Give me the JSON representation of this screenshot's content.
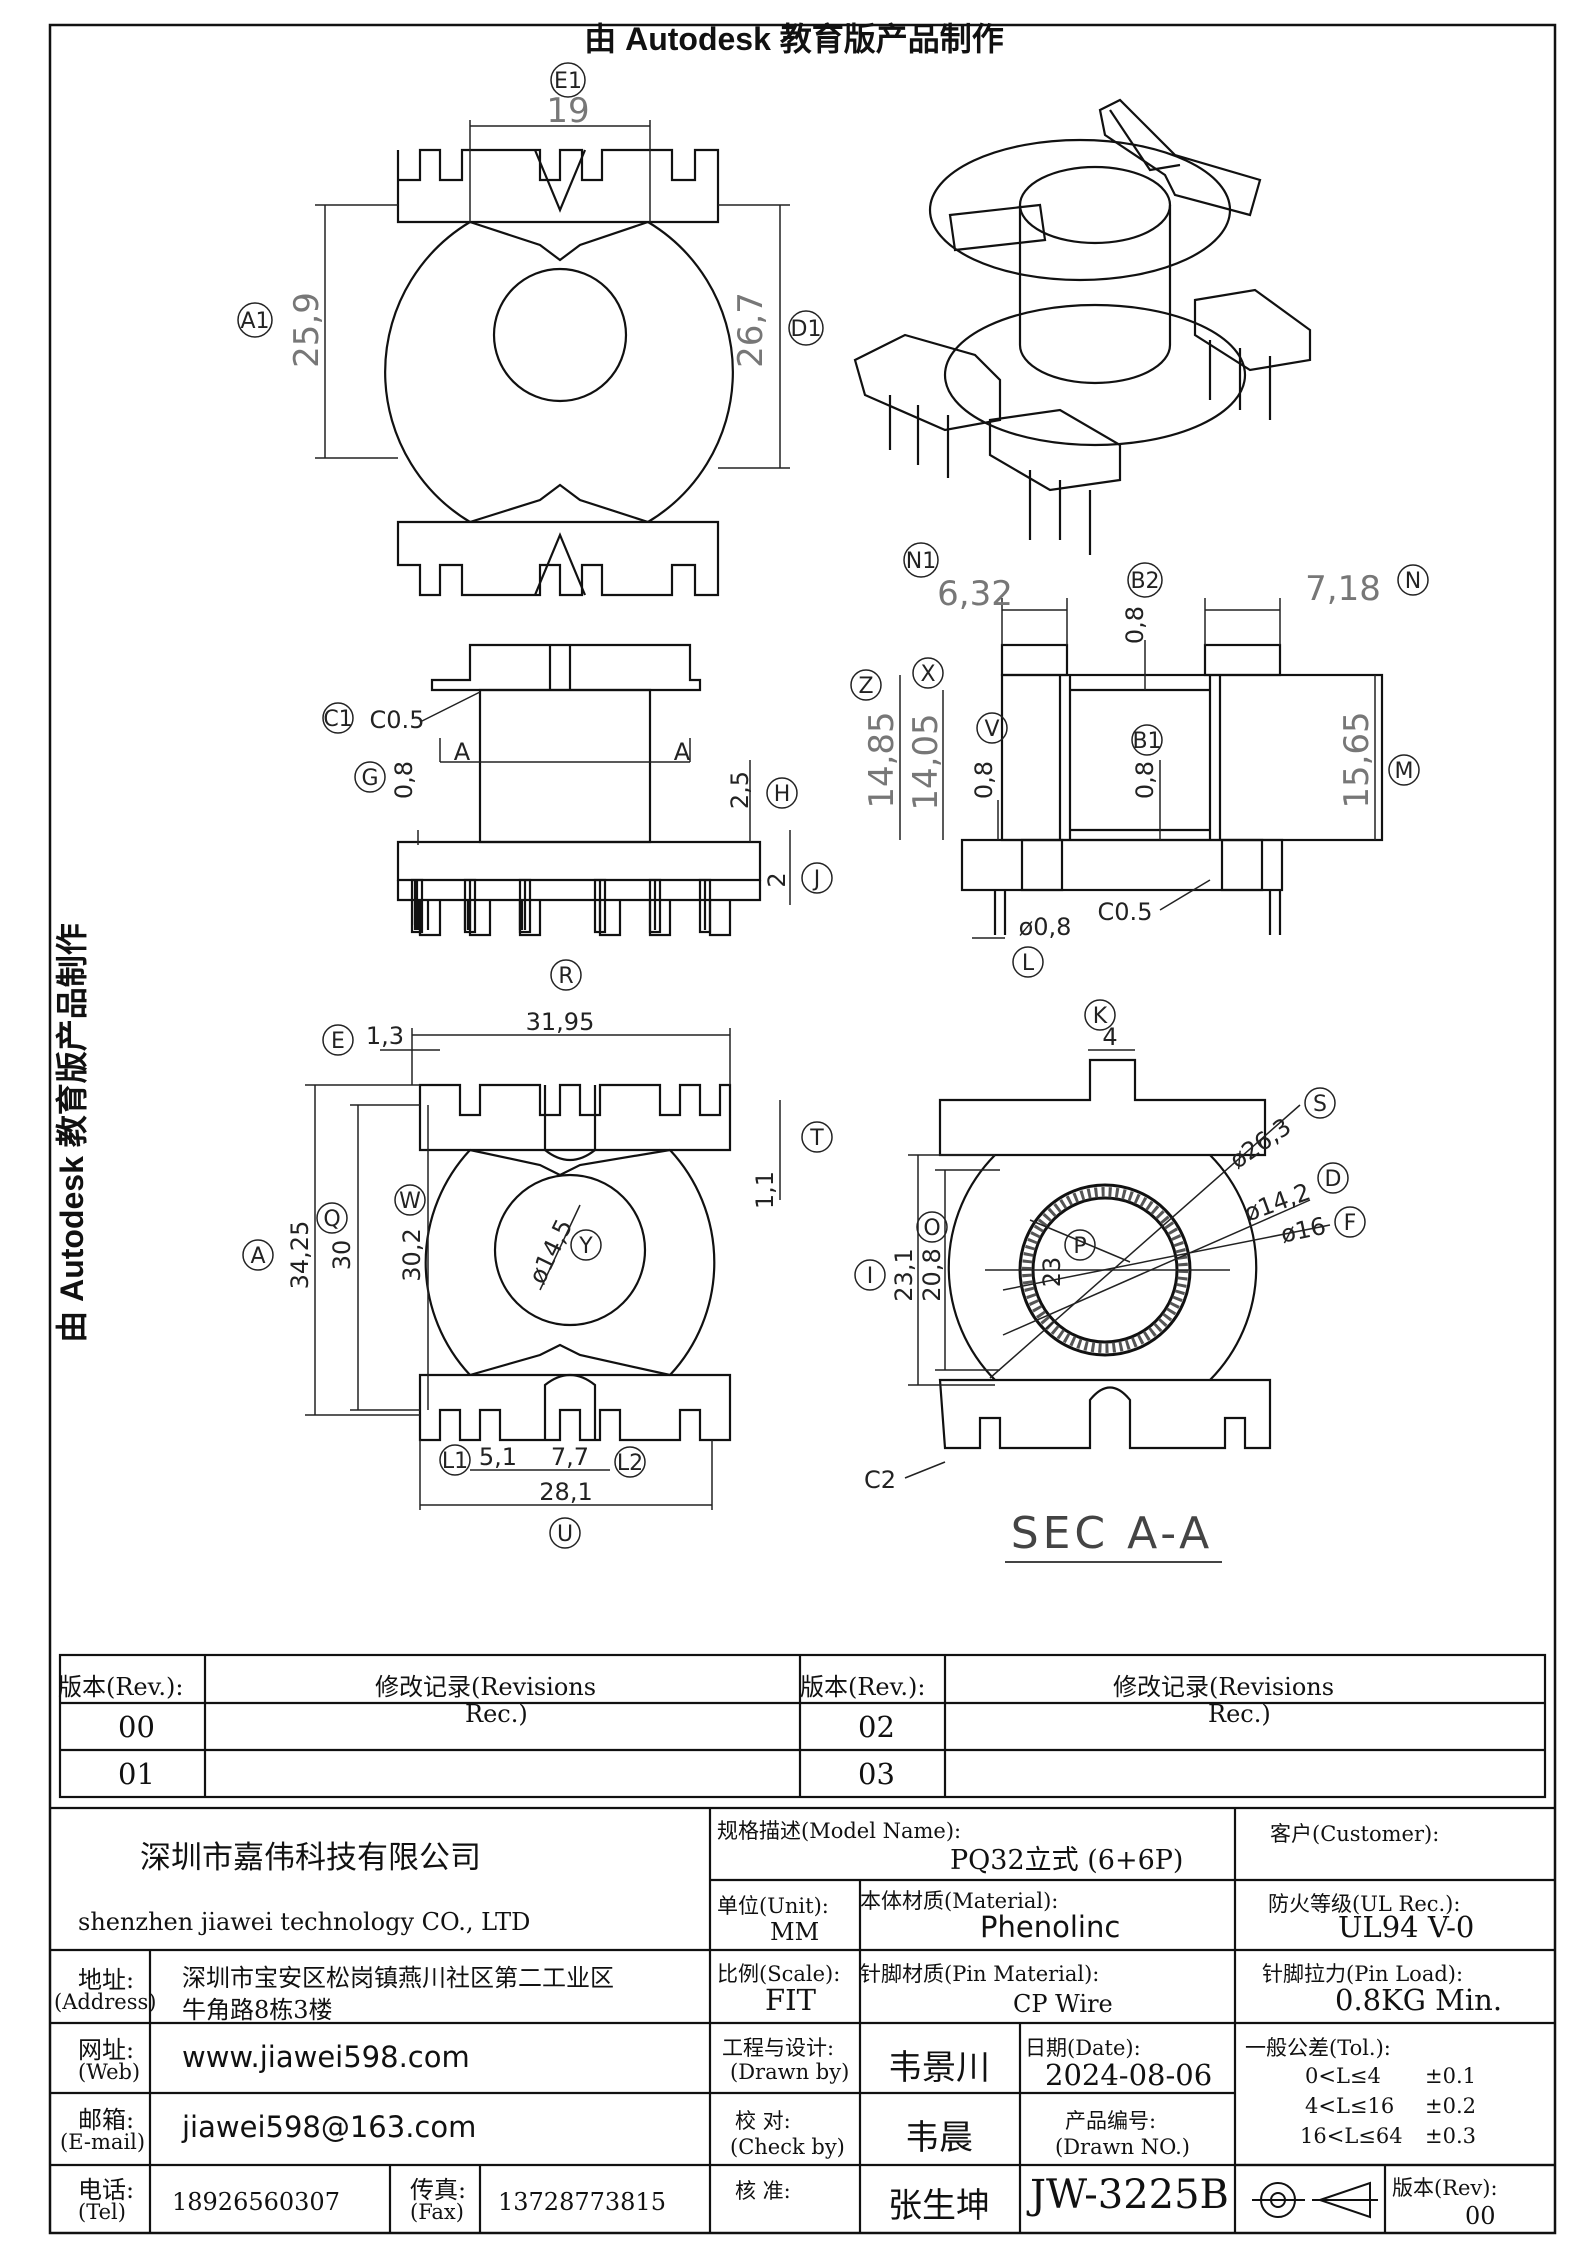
{
  "watermark": "由 Autodesk 教育版产品制作",
  "views": {
    "top": {
      "E1": "19",
      "A1": "25,9",
      "D1": "26,7",
      "bubbles": [
        "E1",
        "A1",
        "D1"
      ]
    },
    "front": {
      "C1": "C0.5",
      "G": "0,8",
      "H": "2,5",
      "J": "2",
      "section": "A",
      "bubbles": [
        "C1",
        "G",
        "H",
        "J"
      ]
    },
    "side": {
      "N1": "6,32",
      "B2": "0,8",
      "N": "7,18",
      "Z": "14,85",
      "X": "14,05",
      "V": "0,8",
      "B1": "0,8",
      "M": "15,65",
      "L": "ø0,8",
      "C05": "C0.5",
      "bubbles": [
        "N1",
        "B2",
        "N",
        "Z",
        "X",
        "V",
        "B1",
        "M",
        "L"
      ]
    },
    "bottom": {
      "R": "31,95",
      "E": "1,3",
      "T": "1,1",
      "A": "34,25",
      "Q": "30",
      "W": "30,2",
      "Y": "ø14,5",
      "L1": "5,1",
      "L2": "7,7",
      "U": "28,1",
      "bubbles": [
        "R",
        "E",
        "T",
        "A",
        "Q",
        "W",
        "Y",
        "L1",
        "L2",
        "U"
      ]
    },
    "section": {
      "K": "4",
      "S": "ø26,3",
      "D": "ø14,2",
      "F": "ø16",
      "O": "20,8",
      "I": "23,1",
      "P": "23",
      "C2": "C2",
      "title": "SEC A-A",
      "bubbles": [
        "K",
        "S",
        "D",
        "F",
        "O",
        "I",
        "P"
      ]
    }
  },
  "revisions": {
    "h_rev": "版本(Rev.):",
    "h_rec": "修改记录(Revisions",
    "h_rec2": "Rec.)",
    "r00": "00",
    "r01": "01",
    "r02": "02",
    "r03": "03"
  },
  "title_block": {
    "company_cn": "深圳市嘉伟科技有限公司",
    "company_en": "shenzhen  jiawei  technology  CO., LTD",
    "addr_label": "地址:",
    "addr_label_en": "(Address)",
    "addr_1": "深圳市宝安区松岗镇燕川社区第二工业区",
    "addr_2": "牛角路8栋3楼",
    "web_label": "网址:",
    "web_label_en": "(Web)",
    "web": "www.jiawei598.com",
    "mail_label": "邮箱:",
    "mail_label_en": "(E-mail)",
    "mail": "jiawei598@163.com",
    "tel_label": "电话:",
    "tel_label_en": "(Tel)",
    "tel": "18926560307",
    "fax_label": "传真:",
    "fax_label_en": "(Fax)",
    "fax": "13728773815",
    "model_label": "规格描述(Model Name):",
    "model": "PQ32立式 (6+6P)",
    "customer_label": "客户(Customer):",
    "unit_label": "单位(Unit):",
    "unit": "MM",
    "material_label": "本体材质(Material):",
    "material": "Phenolinc",
    "ul_label": "防火等级(UL Rec.):",
    "ul": "UL94 V-0",
    "scale_label": "比例(Scale):",
    "scale": "FIT",
    "pin_mat_label": "针脚材质(Pin Material):",
    "pin_mat": "CP Wire",
    "pin_load_label": "针脚拉力(Pin Load):",
    "pin_load": "0.8KG Min.",
    "design_label": "工程与设计:",
    "design_label_en": "(Drawn by)",
    "designer": "韦景川",
    "date_label": "日期(Date):",
    "date": "2024-08-06",
    "tol_label": "一般公差(Tol.):",
    "tol_1a": "0<L≤4",
    "tol_1b": "±0.1",
    "tol_2a": "4<L≤16",
    "tol_2b": "±0.2",
    "tol_3a": "16<L≤64",
    "tol_3b": "±0.3",
    "check_label": "校  对:",
    "check_label_en": "(Check by)",
    "checker": "韦晨",
    "pno_label": "产品编号:",
    "pno_label_en": "(Drawn NO.)",
    "approve_label": "核  准:",
    "approver": "张生坤",
    "part_no": "JW-3225B",
    "rev_label": "版本(Rev):",
    "rev": "00"
  }
}
